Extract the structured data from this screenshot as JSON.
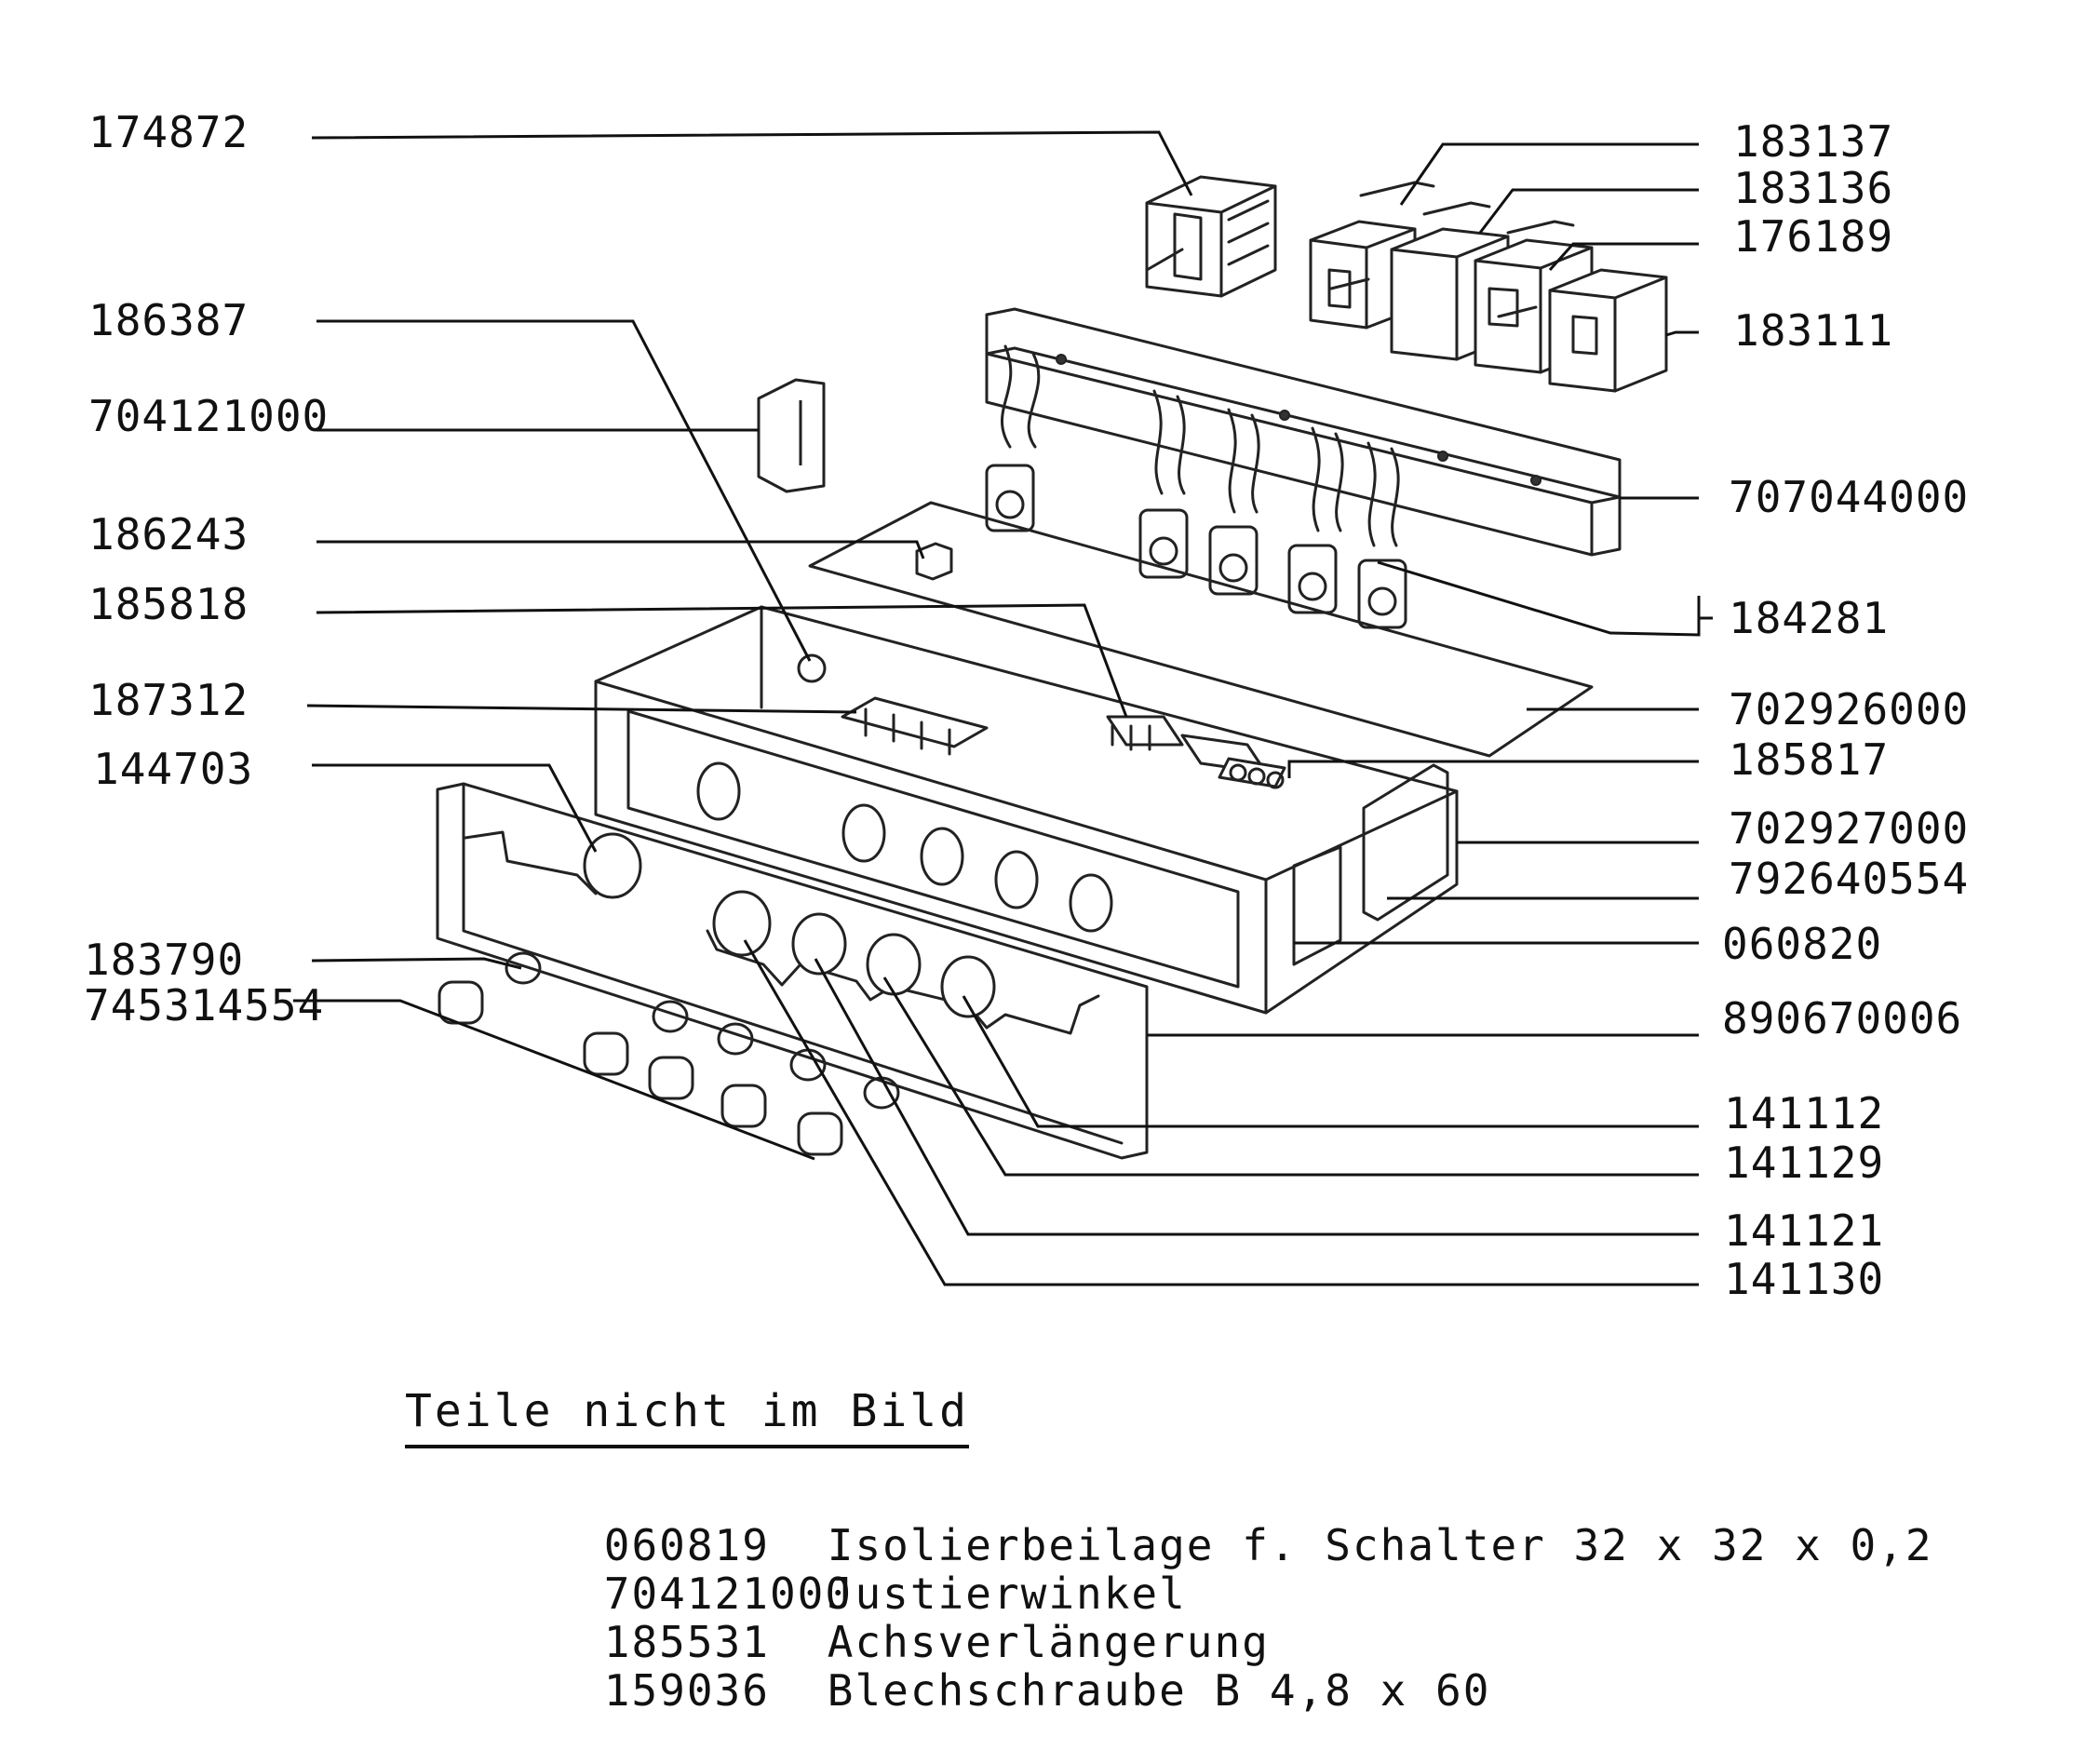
{
  "diagram": {
    "labels": {
      "l174872": "174872",
      "l186387": "186387",
      "l704121000": "704121000",
      "l186243": "186243",
      "l185818": "185818",
      "l187312": "187312",
      "l144703": "144703",
      "l183790": "183790",
      "l745314554": "745314554",
      "l183137": "183137",
      "l183136": "183136",
      "l176189": "176189",
      "l183111": "183111",
      "l707044000": "707044000",
      "l184281": "184281",
      "l702926000": "702926000",
      "l185817": "185817",
      "l702927000": "702927000",
      "l792640554": "792640554",
      "l060820": "060820",
      "l890670006": "890670006",
      "l141112": "141112",
      "l141129": "141129",
      "l141121": "141121",
      "l141130": "141130"
    }
  },
  "notes": {
    "heading": "Teile nicht im Bild",
    "items": [
      {
        "number": "060819",
        "description": "Isolierbeilage f. Schalter 32 x 32 x 0,2"
      },
      {
        "number": "704121000",
        "description": "Justierwinkel"
      },
      {
        "number": "185531",
        "description": "Achsverlängerung"
      },
      {
        "number": "159036",
        "description": "Blechschraube B 4,8 x 60"
      }
    ]
  }
}
